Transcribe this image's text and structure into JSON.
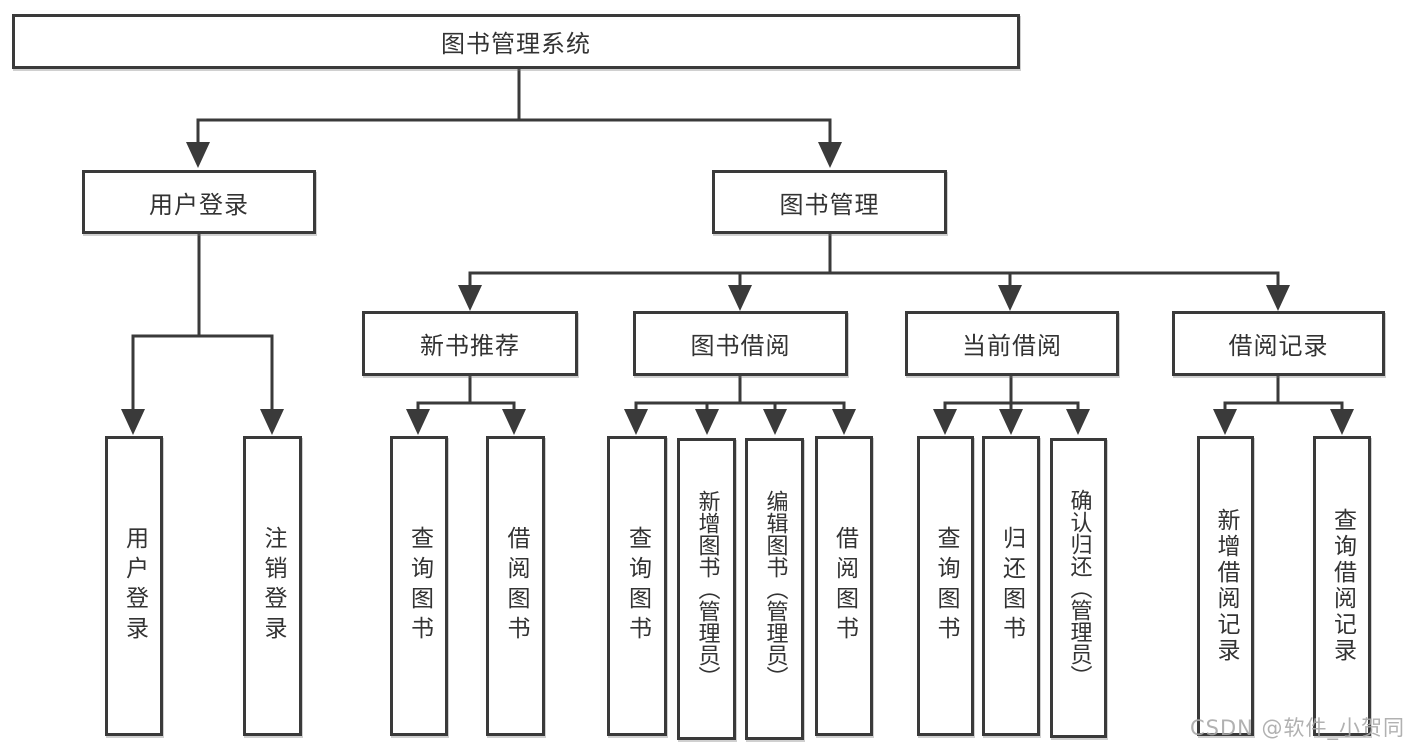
{
  "title": "图书管理系统",
  "branches": {
    "user_login": "用户登录",
    "book_management": "图书管理"
  },
  "sections": {
    "new_book_recommend": "新书推荐",
    "book_borrow": "图书借阅",
    "current_borrow": "当前借阅",
    "borrow_records": "借阅记录"
  },
  "leaves": {
    "user_login": "用户登录",
    "logout_login": "注销登录",
    "nbr_query_books": "查询图书",
    "nbr_borrow_books": "借阅图书",
    "bb_query_books": "查询图书",
    "bb_add_books_admin": "新增图书（管理员）",
    "bb_edit_books_admin": "编辑图书（管理员）",
    "bb_borrow_books": "借阅图书",
    "cb_query_books": "查询图书",
    "cb_return_books": "归还图书",
    "cb_confirm_return_admin": "确认归还（管理员）",
    "br_add_record": "新增借阅记录",
    "br_query_record": "查询借阅记录"
  },
  "watermark": "CSDN @软件_小贺同学",
  "colors": {
    "line": "#3a3a3a",
    "text": "#333333",
    "watermark": "#a9a9a9",
    "background": "#ffffff"
  }
}
